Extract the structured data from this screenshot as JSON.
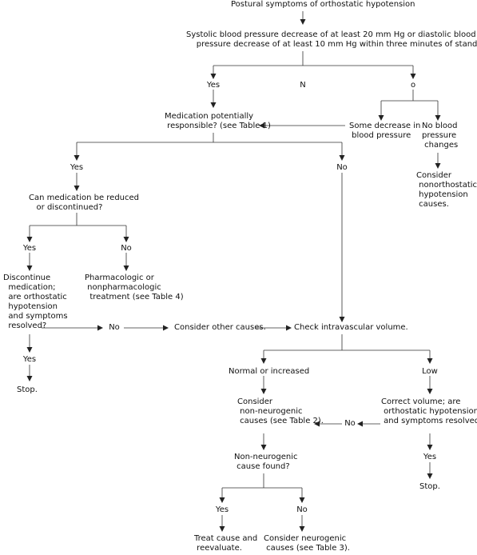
{
  "nodes": {
    "start": "Postural symptoms of orthostatic hypotension",
    "bp_question": "Systolic blood pressure decrease of at least 20 mm Hg or diastolic blood\n    pressure decrease of at least 10 mm Hg within three minutes of standing?",
    "yes_top": "Yes",
    "n_top": "N",
    "o_top": "o",
    "medication_q": "Medication potentially\n responsible? (see Table 1)",
    "some_decrease": "Some decrease in\n blood pressure",
    "no_bp_change": "No blood\npressure\n changes",
    "consider_nonortho": "Consider\n nonorthostatic\n hypotension\n causes.",
    "yes_med": "Yes",
    "no_med": "No",
    "reduce_q": "Can medication be reduced\n   or discontinued?",
    "yes_reduce": "Yes",
    "no_reduce": "No",
    "discontinue": "Discontinue\n  medication;\n  are orthostatic\n  hypotension\n  and symptoms\n  resolved?",
    "pharm_treatment": "Pharmacologic or\n nonpharmacologic\n  treatment (see Table 4)",
    "no_discontinue": "No",
    "consider_other": "Consider other causes.",
    "check_volume": "Check intravascular volume.",
    "yes_discontinue": "Yes",
    "stop_left": "Stop.",
    "normal_increased": "Normal or increased",
    "low": "Low",
    "consider_nonneuro": "Consider\n non-neurogenic\n causes (see Table 2).",
    "correct_volume": "Correct volume; are\n orthostatic hypotension\n and symptoms resolved?",
    "no_correct": "No",
    "nonneuro_found": "Non-neurogenic\n cause found?",
    "yes_correct": "Yes",
    "stop_right": "Stop.",
    "yes_found": "Yes",
    "no_found": "No",
    "treat": "Treat cause and\n reevaluate.",
    "consider_neuro": "Consider neurogenic\n causes (see Table 3)."
  }
}
